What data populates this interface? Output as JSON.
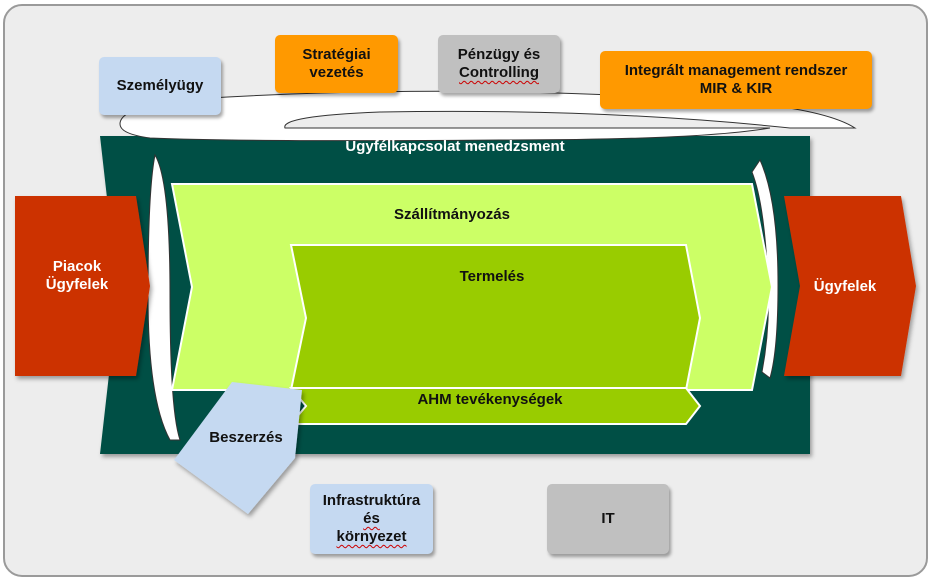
{
  "customer_management": "Ügyfélkapcsolat menedzsment",
  "transport": "Szállítmányozás",
  "production": "Termelés",
  "ahm": "AHM tevékenységek",
  "inputs": {
    "line1": "Piacok",
    "line2": "Ügyfelek"
  },
  "outputs": "Ügyfelek",
  "procurement": "Beszerzés",
  "support_top": {
    "hr": "Személyügy",
    "strategy": {
      "line1": "Stratégiai",
      "line2": "vezetés"
    },
    "finance": {
      "line1": "Pénzügy és",
      "line2": "Controlling"
    },
    "integrated": {
      "line1": "Integrált management rendszer",
      "line2": "MIR & KIR"
    }
  },
  "support_bottom": {
    "infrastructure": {
      "line1": "Infrastruktúra",
      "line2": "és",
      "line3": "környezet"
    },
    "it": "IT"
  },
  "colors": {
    "dark_green": "#005044",
    "light_green": "#ccff66",
    "mid_green": "#99cc00",
    "orange": "#ff9900",
    "red_orange": "#cc3300",
    "light_blue": "#c5d9f1",
    "grey": "#c0c0c0"
  }
}
